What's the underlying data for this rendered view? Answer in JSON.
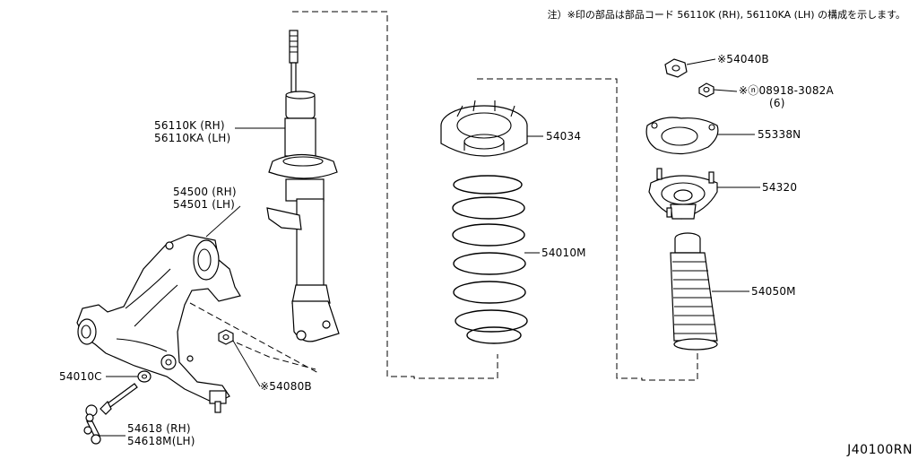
{
  "header": {
    "note": "注）※印の部品は部品コード 56110K (RH), 56110KA (LH) の構成を示します。"
  },
  "labels": {
    "strut_rh": "56110K (RH)",
    "strut_lh": "56110KA (LH)",
    "knuckle_rh": "54500 (RH)",
    "knuckle_lh": "54501 (LH)",
    "washer": "54010C",
    "bolt": "※54080B",
    "link_rh": "54618 (RH)",
    "link_lh": "54618M(LH)",
    "spring_seat": "54034",
    "coil_spring": "54010M",
    "nut": "※54040B",
    "flange_nut": "※ⓝ08918-3082A",
    "flange_nut_qty": "(6)",
    "mount_plate": "55338N",
    "insulator": "54320",
    "bound_bumper": "54050M"
  },
  "footer": {
    "diagram_code": "J40100RN"
  }
}
